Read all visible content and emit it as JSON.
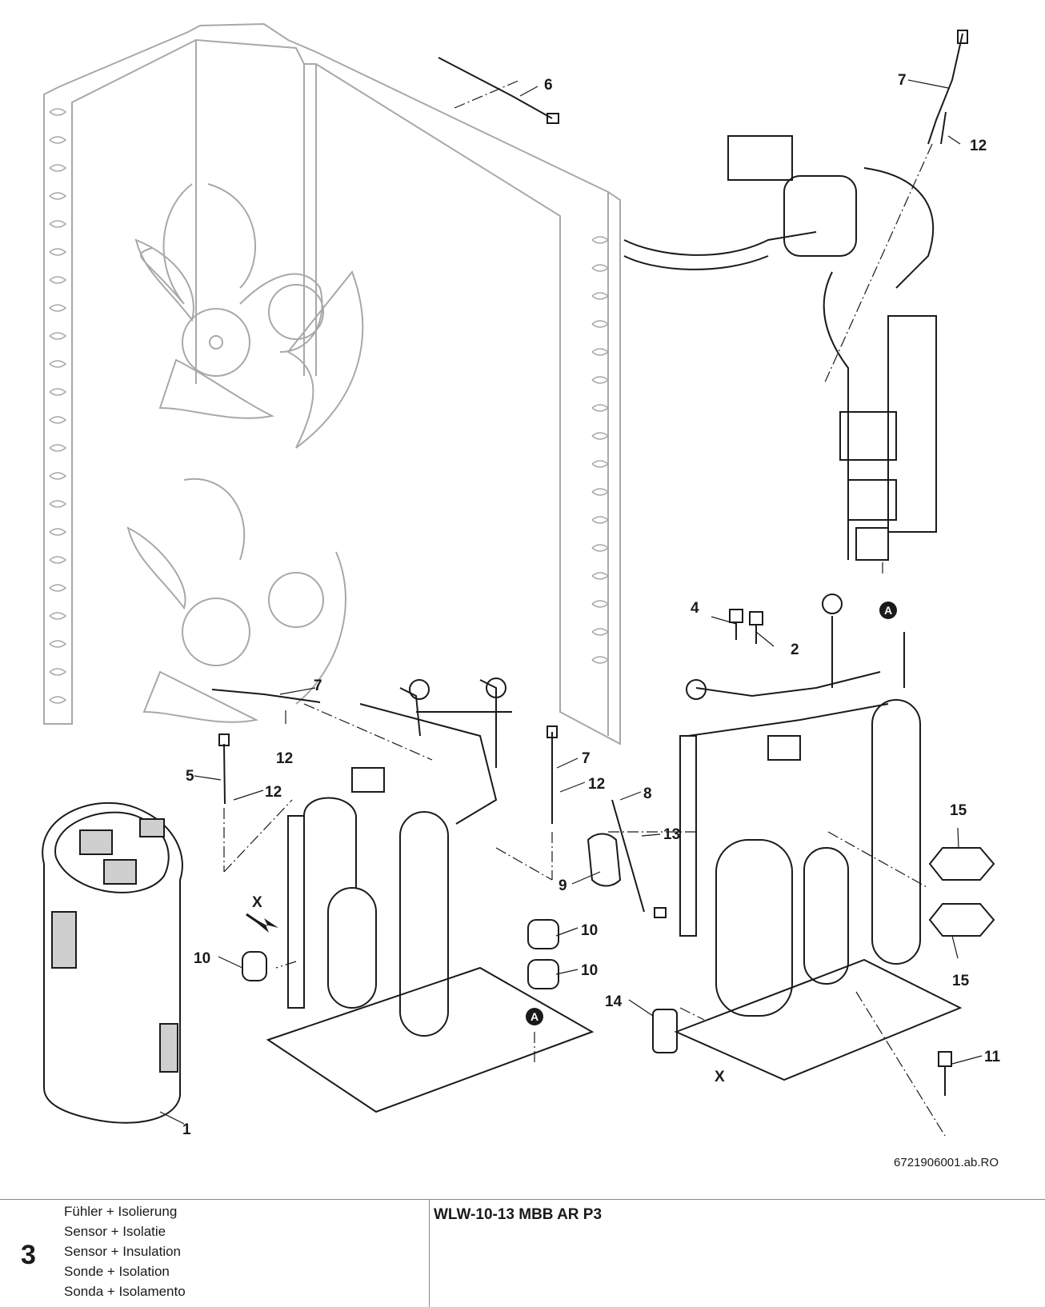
{
  "drawing": {
    "drawing_id": "6721906001.ab.RO",
    "callouts": [
      "1",
      "2",
      "4",
      "5",
      "6",
      "7",
      "7",
      "7",
      "8",
      "9",
      "10",
      "10",
      "10",
      "11",
      "12",
      "12",
      "12",
      "12",
      "13",
      "14",
      "15",
      "15"
    ],
    "view_label": "X",
    "view_label_2": "X",
    "reference_marker": "A",
    "reference_marker_2": "A"
  },
  "footer": {
    "page_number": "3",
    "descriptions": [
      "Fühler + Isolierung",
      "Sensor + Isolatie",
      "Sensor + Insulation",
      "Sonde + Isolation",
      "Sonda + Isolamento"
    ],
    "model": "WLW-10-13 MBB AR P3"
  }
}
